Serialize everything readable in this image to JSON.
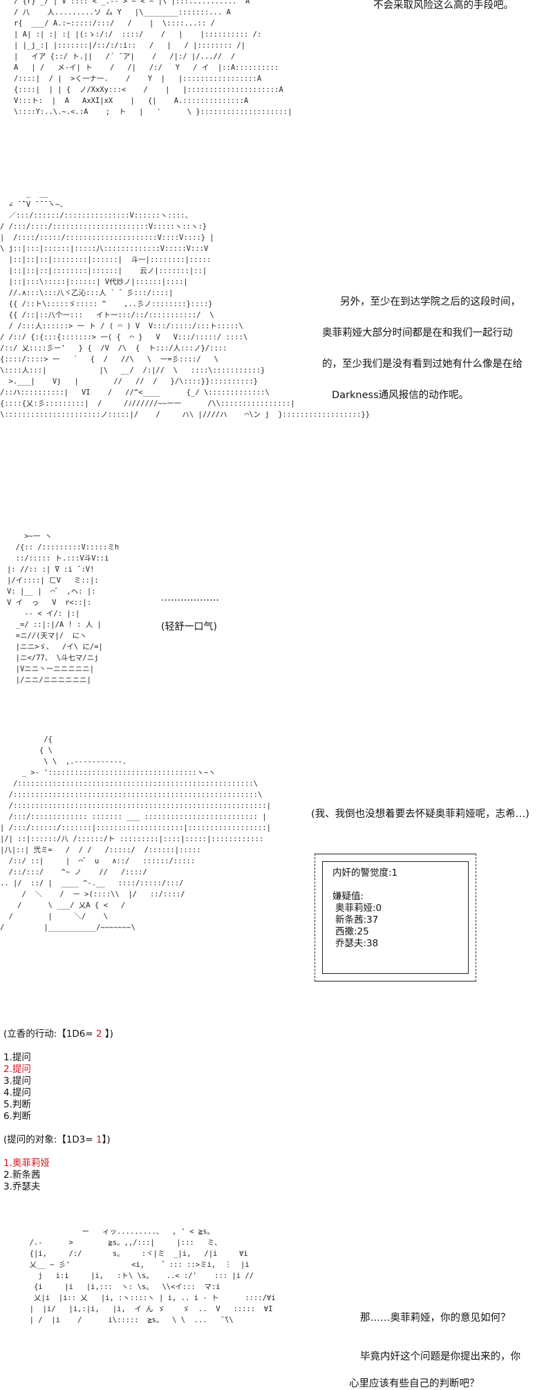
{
  "top_text": "不会采取风险这么高的手段吧。",
  "art": {
    "a1": [
      "/ {r} _/ | V :::: < _.-- > ~ < ~ |\\ |:::...........  A",
      "/ 八    人.........ソ 厶 Y   |\\________:::::::... A",
      "r{  ___/ A.:~:::::/:::/   /    |  \\::::...:: /",
      "| A| :| :| :| |(:ゝ:/:/  ::::/    /   |    |:::::::::: /:",
      "| |_j_:| |:::::::|/::/:/:i::   /   |   / |:::::::: /|",
      "|   イア {::/ ト.||   /´ ̄ ̄ア|    /   /|:/ |/...//  /",
      "A   | /   メ-イ| ト    /   /|   /:/   Y   / イ  |::A::::::::::",
      "/::::|  / |  >く一ナ一.    /    Y  |   |:::::::::::::::::A",
      "{::::|  | | {  ノ/XxXy:::<    /    |   |:::::::::::::::::::::A",
      "V:::ト:  |  A   AxXI|xX    |   {|    A.::::::::::::::A",
      "\\::::Y:..\\.~.<.:A    ;  ト   |   ʿ      \\ }::::::::::::::::::::|"
    ],
    "a2": [
      "      _  __",
      "  ∠ ̄ ̄`V ̄ ̄ ̄ ̄ヽ~、",
      "  ／:::/::::::/:::::::::::::::V::::::ヽ::::、",
      "/ /:::/::::/::::::::::::::::::::::V:::::ヽ::ヽ:}",
      "|  /::::/:::::/:::::::::::::::::::::V::::V::::} |",
      "\\ j::|:::|::::::|:::::八:::::::::::::V:::::V:::V",
      "  |::|::|::|::::::::|::::::|  斗一|::::::::|:::::",
      "  |::|::|::|::::::::|::::::|    云ノ|:::::::|::|",
      "  |::|:::\\:::::|::::::| V代炒ノ|::::::|::::|",
      "  //.∧:::\\:::八ヾ乙沁:::人 ` ゛彡:::/::::|",
      "  {{ /::ト\\:::::ゞ::::: ^    ,..彡ノ::::::::}::::}",
      "  {{ /::|::八个一:::   イト一:::/::/:::::::::::/  \\",
      "  / /:::人::::::> 一 ト / ( ⌒ ) V  V:::/:::::/:::ト:::::\\",
      "/ /::/ {:{:::{:::::::> 一( {  ⌒ }   V   V:::/:::::/ ::::\\",
      "/::/ 乂::::彡ー'   } {  /V  /\\  {  ト:::/人:::ノ}/::::",
      "{::::/::::> 一   ´   {  /   //\\   \\  ー=彡::::/   \\",
      "\\::::人:::|            |\\   __/  /:|//  \\   ::::\\:::::::::::}",
      "  >.___|    Vj   |        //   //  /   }/\\::::}}::::::::::}",
      "/::ハ::::::::::|   VI    /   //^<____      {_/ \\:::::::::::::\\",
      "{::::{乂:彡:::::::::|  /     /ﾉ//////~~ー一      /\\\\::::::::::::::::|",
      "\\::::::::::::::::::::::ノ:::::|/    /     ハ\\ |////ハ    ⌒\\ン j  }::::::::::::::::::}}"
    ],
    "a3": [
      "    >~一 ヽ",
      "  /{:: /:::::::::V:::::ミh",
      "  ::/::::: ト.:::V斗V::i",
      "|: //:: :| ̄V :i ̄ :V!",
      "|/イ::::| ㄈV   ミ::|:",
      "V: |__ |  ⌒゛ ,ヘ: |:",
      "V イ  っ   V  r<::|:",
      "    -- < イ/: |:|",
      "  _=/ ::|:|/A ! : 人 |",
      "  =ニ//(天マ|/  にヽ",
      "  |ニニ>ゞ、  /イ\\ に/=|",
      "  |ニ</77、 \\斗七マ/ニj",
      "  |Vニニ丶ーニニニニニ|",
      "  |/ニニ/ニニニニニニ|"
    ],
    "a4": [
      "          /{",
      "         { \\",
      "          \\ \\  ,.-----------.",
      "     _ >‐ '::::::::::::::::::::::::::::::::::ヽ~ヽ",
      "   /::::::::::::::::::::::::::::::::::::::::::::::::::::::\\",
      "  /::::::::::::::::::::::::::::::::::::::::::::::::::::::::\\",
      "  /::::::::::::::::::::::::::::::::::::::::::::::::::::::::::|",
      "  /:::/::::::::::::: ::::::: ___ :::::::::::::::::::::::::: |",
      "| /:::/::::::/:::::::|::::::::::::::::::::|::::::::::::::::::|",
      "|/| ::|::::::/八 /::::::/ト :::::::::|::::|:::::|::::::::::::",
      "|八|::| 弐ミ=   /  / /   /:::::/  /::::::|:::::",
      "  /::/ ::|     |  ⌒゛ u   ∧::/   ::::::/:::::",
      "  /::/:::/    ^~ ノ    //   /::::/",
      ".. |/  ::/ |  ____ ^-.__   ::::/:::::/:::/",
      "     /  ＼    /  ー >(::::\\\\  |/   ::/::::/",
      "    /      \\ ___/ 乂A { <   /",
      "  /        |     ＼/    \\",
      "/         |___________/~~~~~~~\\"
    ],
    "a5": [
      "              ー   ィッ.........、  , ' < ≧s。",
      "  /.-      >        ≧s。,,/:::|     |:::   ミ、",
      "  {|i,     /:/       s。    :ヾ|ミ  _|i,   /|i     ∀i",
      "  乂__ ~ 彡'              <i,    ゛::: ::>ミi,  ︙  |i",
      "    j   i:i     |i,   :ト\\ \\s。   ..< :/'    ::: |i //",
      "   {i     |i   |i,:::  ヽ: \\s。  \\\\<イ:::  マ:i",
      "   乂|i  |i:: 乂   |i, :ヽ::::ヽ | i, .. i - ト      ::::/∀i",
      "  |  |i/   |i,:|i,   |i,  イ ん ゞ    ゞ  ..  V   :::::  ∀I",
      "  | /  |i    /      i\\:::::  ≧s。  \\ \\  ...   ̄ ̄\\\\"
    ]
  },
  "paragraph1": [
    "另外，至少在到达学院之后的这段时间，",
    "奥菲莉娅大部分时间都是在和我们一起行动",
    "的，至少我们是没有看到过她有什么像是在给",
    "Darkness通风报信的动作呢。"
  ],
  "ellipsis": "………………",
  "sigh": "(轻舒一口气)",
  "thought": "(我、我倒也没想着要去怀疑奥菲莉娅呢，志希…)",
  "status_box": {
    "alert": "内奸的警觉度:1",
    "suspicion_label": "嫌疑值:",
    "suspects": [
      {
        "name": "奥菲莉娅",
        "value": "0"
      },
      {
        "name": "新条茜",
        "value": "37"
      },
      {
        "name": "西撒",
        "value": "25"
      },
      {
        "name": "乔瑟夫",
        "value": "38"
      }
    ]
  },
  "roll1": {
    "prefix": "(立香的行动:【1D6= ",
    "result": "2",
    "suffix": " 】)"
  },
  "actions": [
    "1.提问",
    "2.提问",
    "3.提问",
    "4.提问",
    "5.判断",
    "6.判断"
  ],
  "actions_selected": 1,
  "roll2": {
    "prefix": "(提问的对象:【1D3= ",
    "result": "1",
    "suffix": "】)"
  },
  "targets": [
    "1.奥菲莉娅",
    "2.新条茜",
    "3.乔瑟夫"
  ],
  "targets_selected": 0,
  "dialogue": [
    "那……奥菲莉娅，你的意见如何？",
    "毕竟内奸这个问题是你提出来的，你",
    "心里应该有些自己的判断吧？"
  ],
  "colors": {
    "highlight": "#d0141e"
  }
}
